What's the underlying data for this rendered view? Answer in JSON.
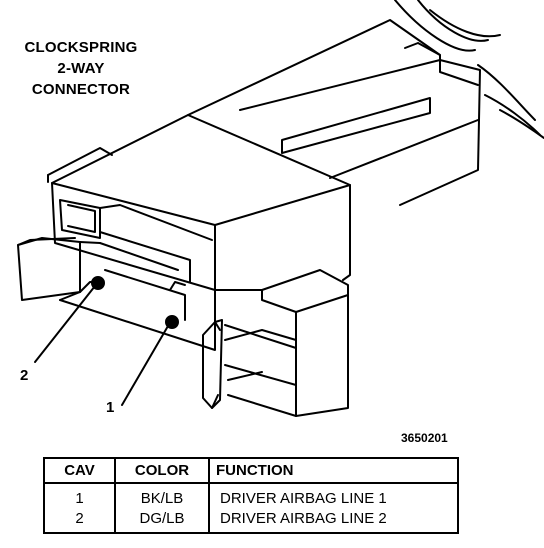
{
  "title": [
    "CLOCKSPRING",
    "2-WAY",
    "CONNECTOR"
  ],
  "figure_id": "3650201",
  "callouts": [
    {
      "label": "2"
    },
    {
      "label": "1"
    }
  ],
  "table": {
    "headers": [
      "CAV",
      "COLOR",
      "FUNCTION"
    ],
    "rows": [
      {
        "cav": "1",
        "color": "BK/LB",
        "function": "DRIVER AIRBAG LINE 1"
      },
      {
        "cav": "2",
        "color": "DG/LB",
        "function": "DRIVER AIRBAG LINE 2"
      }
    ]
  }
}
